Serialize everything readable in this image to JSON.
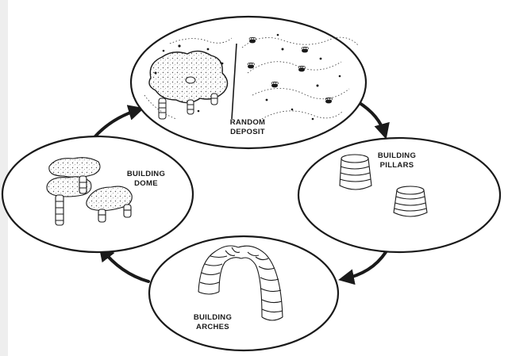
{
  "diagram": {
    "colors": {
      "ink": "#1a1a1a",
      "paper": "#ffffff",
      "bleed": "#d9d9d9"
    },
    "stages": [
      {
        "id": "random-deposit",
        "line1": "RANDOM",
        "line2": "DEPOSIT"
      },
      {
        "id": "building-pillars",
        "line1": "BUILDING",
        "line2": "PILLARS"
      },
      {
        "id": "building-arches",
        "line1": "BUILDING",
        "line2": "ARCHES"
      },
      {
        "id": "building-dome",
        "line1": "BUILDING",
        "line2": "DOME"
      }
    ]
  }
}
